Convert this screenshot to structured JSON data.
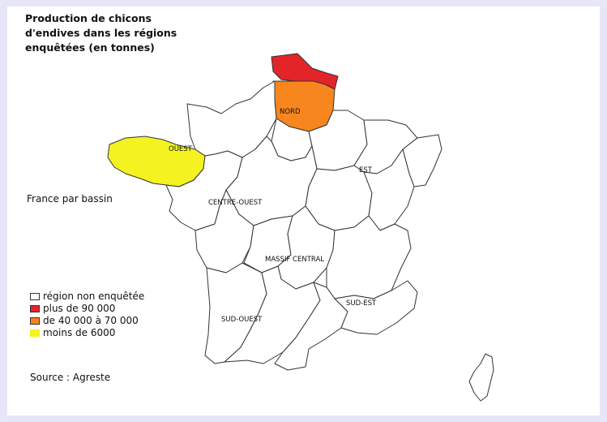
{
  "title_lines": [
    "Production de chicons",
    "d'endives dans les régions",
    "enquêtées (en tonnes)"
  ],
  "subtitle": "France par bassin",
  "source": "Source : Agreste",
  "legend": [
    {
      "label": "région non enquêtée",
      "color": "#ffffff"
    },
    {
      "label": "plus de 90 000",
      "color": "#e3252a"
    },
    {
      "label": "de 40 000 à 70 000",
      "color": "#f7861e"
    },
    {
      "label": "moins de 6000",
      "color": "#f4f221"
    }
  ],
  "region_labels": {
    "nord": "NORD",
    "ouest": "OUEST",
    "est": "EST",
    "centre_ouest": "CENTRE-OUEST",
    "massif_central": "MASSIF CENTRAL",
    "sud_est": "SUD-EST",
    "sud_ouest": "SUD-OUEST"
  },
  "colors": {
    "page_background": "#e6e6f8",
    "region_fill": "#ffffff",
    "region_border": "#333333"
  }
}
